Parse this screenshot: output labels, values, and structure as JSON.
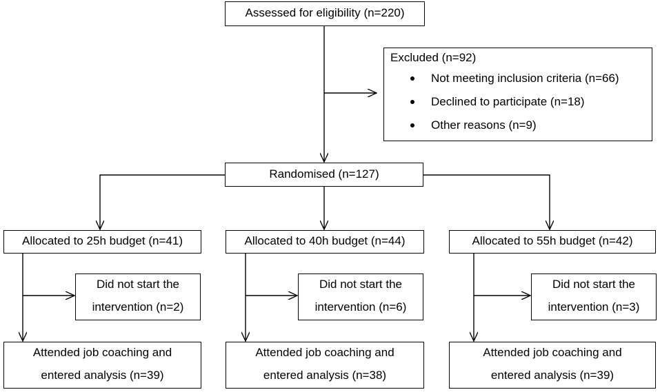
{
  "assessed": "Assessed for eligibility (n=220)",
  "excluded": {
    "title": "Excluded (n=92)",
    "items": [
      "Not meeting inclusion criteria (n=66)",
      "Declined to participate (n=18)",
      "Other reasons (n=9)"
    ]
  },
  "randomised": "Randomised (n=127)",
  "arms": [
    {
      "allocated": "Allocated to 25h budget (n=41)",
      "not_started": [
        "Did not start the",
        "intervention (n=2)"
      ],
      "analysis": [
        "Attended job coaching and",
        "entered analysis (n=39)"
      ]
    },
    {
      "allocated": "Allocated to 40h budget (n=44)",
      "not_started": [
        "Did not start the",
        "intervention (n=6)"
      ],
      "analysis": [
        "Attended job coaching and",
        "entered analysis (n=38)"
      ]
    },
    {
      "allocated": "Allocated to 55h budget (n=42)",
      "not_started": [
        "Did not start the",
        "intervention (n=3)"
      ],
      "analysis": [
        "Attended job coaching and",
        "entered analysis (n=39)"
      ]
    }
  ]
}
